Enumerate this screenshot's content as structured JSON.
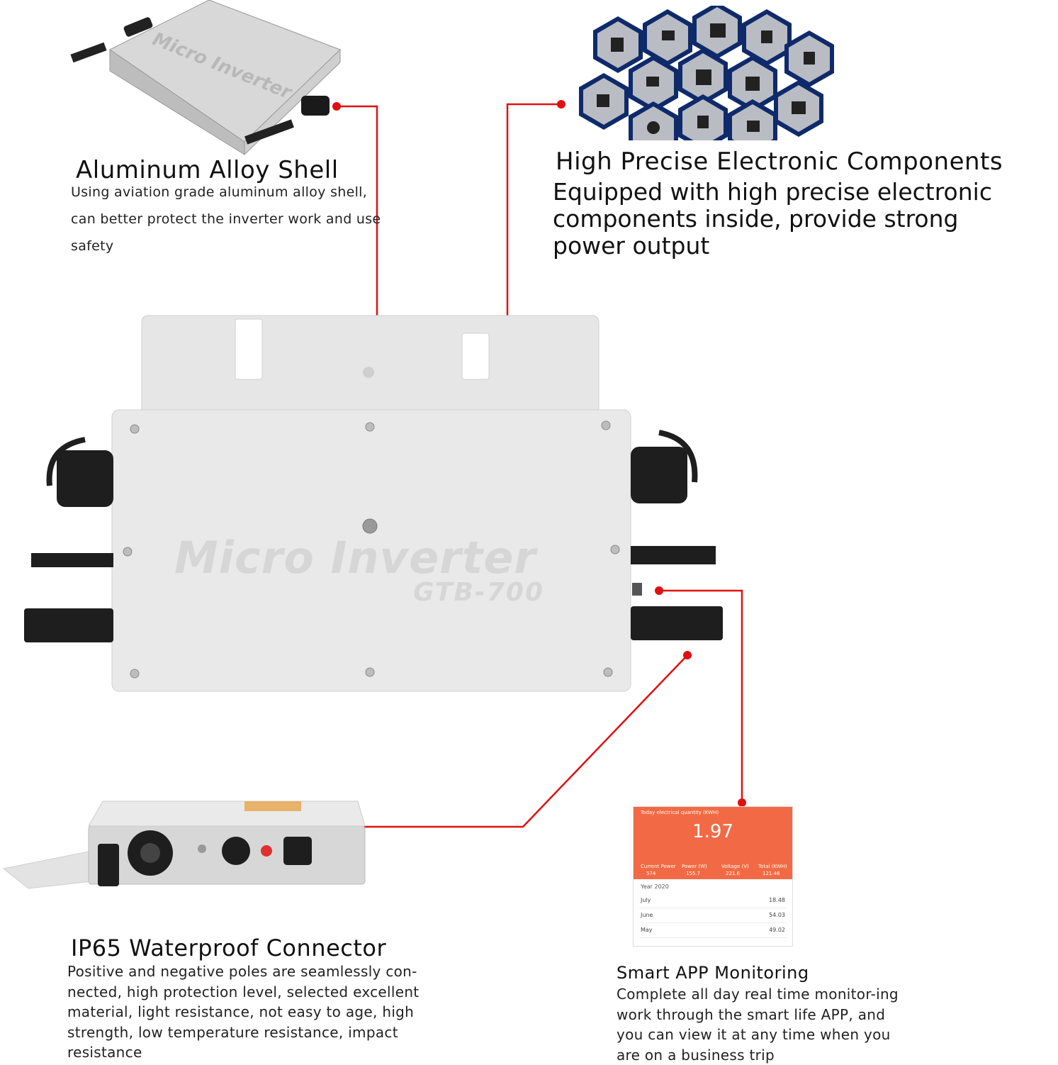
{
  "features": {
    "aluminum": {
      "title": "Aluminum Alloy Shell",
      "description": "Using aviation grade aluminum alloy shell, can better protect the inverter work and use safety"
    },
    "electronics": {
      "title": "High Precise Electronic Components",
      "description": "Equipped with high precise electronic components inside, provide strong power output"
    },
    "waterproof": {
      "title": "IP65 Waterproof Connector",
      "description": "Positive and negative poles are seamlessly con-nected, high protection level, selected excellent material, light resistance, not easy to age, high strength, low temperature resistance, impact resistance"
    },
    "app": {
      "title": "Smart APP Monitoring",
      "description": "Complete all day real time monitor-ing work through the smart life APP, and you can view it at any time when you are on a business trip"
    }
  },
  "product": {
    "brand_text": "Micro Inverter",
    "model": "GTB-700"
  },
  "app_screen": {
    "header_label": "Today electrical quantity (KWH)",
    "today_value": "1.97",
    "stats": [
      {
        "label": "Current Power",
        "value": "574"
      },
      {
        "label": "Power (W)",
        "value": "155.7"
      },
      {
        "label": "Voltage (V)",
        "value": "221.6"
      },
      {
        "label": "Total (KWH)",
        "value": "121.46"
      }
    ],
    "year_label": "Year 2020",
    "months": [
      {
        "name": "July",
        "value": "18.48"
      },
      {
        "name": "June",
        "value": "54.03"
      },
      {
        "name": "May",
        "value": "49.02"
      }
    ]
  },
  "colors": {
    "callout_red": "#e01010",
    "app_orange": "#f26a45",
    "device_silver": "#e9e9e9"
  },
  "icons": [
    "chip-icon",
    "connector-icon"
  ]
}
